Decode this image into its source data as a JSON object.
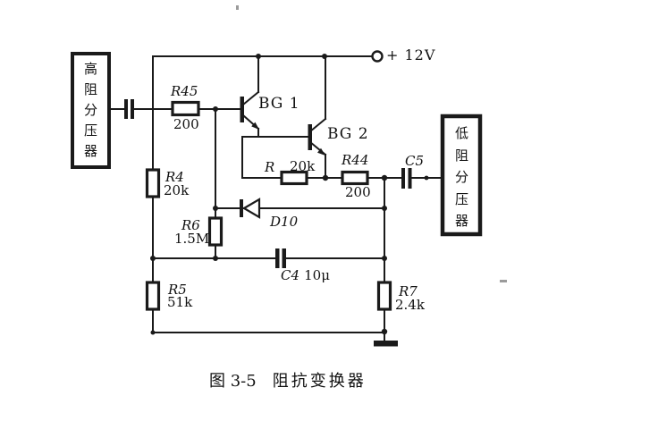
{
  "figure": {
    "caption": {
      "number": "图 3-5",
      "title": "阻抗变换器"
    },
    "power": {
      "label": "+ 12V"
    },
    "blocks": {
      "input": "高阻分压器",
      "output": "低阻分压器"
    },
    "transistors": {
      "bg1": "BG 1",
      "bg2": "BG 2"
    },
    "components": {
      "r45": {
        "name": "R45",
        "value": "200"
      },
      "r4": {
        "name": "R4",
        "value": "20k"
      },
      "r6": {
        "name": "R6",
        "value": "1.5M"
      },
      "r5": {
        "name": "R5",
        "value": "51k"
      },
      "r": {
        "name": "R",
        "value": "20k"
      },
      "r44": {
        "name": "R44",
        "value": "200"
      },
      "r7": {
        "name": "R7",
        "value": "2.4k"
      },
      "c4": {
        "name": "C4",
        "value": "10μ"
      },
      "c5": {
        "name": "C5"
      },
      "d10": {
        "name": "D10"
      }
    },
    "colors": {
      "ink": "#1a1a1a",
      "paper": "#ffffff"
    }
  }
}
